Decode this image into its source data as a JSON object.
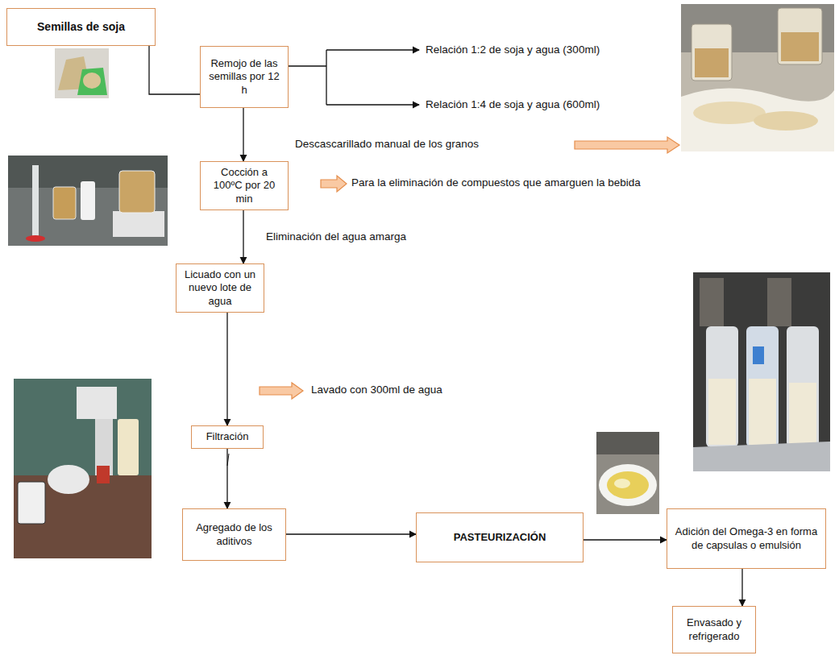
{
  "diagram": {
    "nodes": [
      {
        "text": [
          "Semillas de soja"
        ]
      },
      {
        "text": [
          "Remojo de las semillas por 12 h"
        ]
      },
      {
        "text": [
          "Cocción a 100ºC por 20 min"
        ]
      },
      {
        "text": [
          "Licuado con un nuevo lote de agua"
        ]
      },
      {
        "text": [
          "Filtración"
        ]
      },
      {
        "text": [
          "Agregado de los aditivos"
        ]
      },
      {
        "text": [
          "PASTEURIZACIÓN"
        ]
      },
      {
        "text": [
          "Adición del Omega-3 en forma de capsulas o emulsión"
        ]
      },
      {
        "text": [
          "Envasado y refrigerado"
        ]
      }
    ],
    "edges": [
      {
        "from": 0,
        "to": 1,
        "arrow": "none"
      },
      {
        "from": 1,
        "to": 2,
        "arrow": "to"
      },
      {
        "from": 2,
        "to": 3,
        "label": "Eliminación del agua amarga",
        "arrow": "to"
      },
      {
        "from": 3,
        "to": 4,
        "arrow": "to"
      },
      {
        "from": 4,
        "to": 5,
        "arrow": "to"
      },
      {
        "from": 5,
        "to": 6,
        "arrow": "to"
      },
      {
        "from": 6,
        "to": 7,
        "arrow": "to"
      },
      {
        "from": 7,
        "to": 8,
        "arrow": "to"
      }
    ],
    "labels": [
      "Relación 1:2 de soja y agua (300ml)",
      "Relación 1:4 de soja y agua (600ml)",
      "Descascarillado manual de los granos",
      "Para la eliminación de compuestos que amarguen la bebida",
      "Lavado con 300ml de agua"
    ]
  }
}
